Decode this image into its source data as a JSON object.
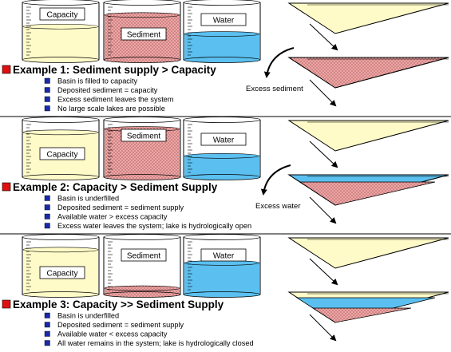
{
  "examples": [
    {
      "heading": "Example 1: Sediment supply > Capacity",
      "beakers": {
        "capacity": "Capacity",
        "sediment": "Sediment",
        "water": "Water"
      },
      "bullets": [
        "Basin is filled to capacity",
        "Deposited sediment = capacity",
        "Excess sediment leaves the system",
        "No large scale lakes are possible"
      ],
      "excess_label": "Excess sediment"
    },
    {
      "heading": "Example 2: Capacity > Sediment Supply",
      "beakers": {
        "capacity": "Capacity",
        "sediment": "Sediment",
        "water": "Water"
      },
      "bullets": [
        "Basin is underfilled",
        "Deposited sediment = sediment supply",
        "Available water > excess capacity",
        "Excess water leaves the system; lake is hydrologically open"
      ],
      "excess_label": "Excess water"
    },
    {
      "heading": "Example 3: Capacity >> Sediment Supply",
      "beakers": {
        "capacity": "Capacity",
        "sediment": "Sediment",
        "water": "Water"
      },
      "bullets": [
        "Basin is underfilled",
        "Deposited sediment = sediment supply",
        "Available water < excess capacity",
        "All water remains in the system; lake is hydrologically closed"
      ],
      "excess_label": ""
    }
  ],
  "colors": {
    "capacity_fill": "#fffbc8",
    "sediment_fill": "#f5a3a3",
    "water_fill": "#5bc0f0",
    "bullet_large": "#e01010",
    "bullet_small": "#1a2aa8"
  }
}
